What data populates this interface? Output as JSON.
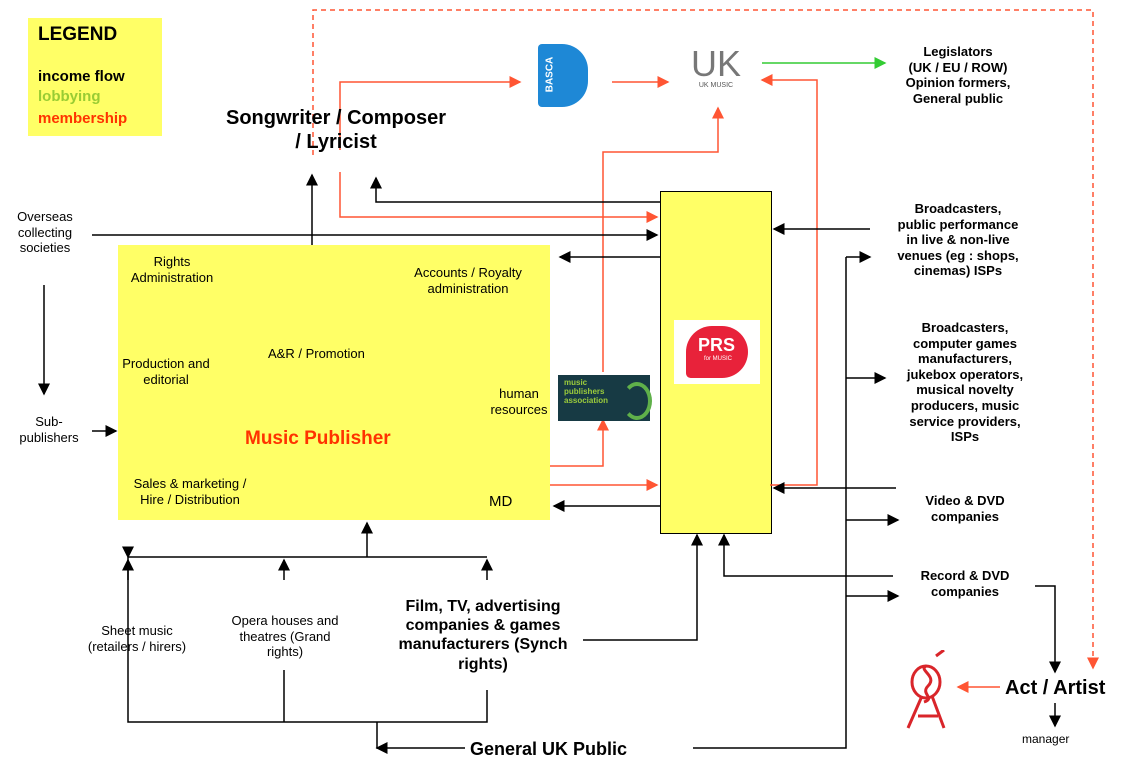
{
  "legend": {
    "title": "LEGEND",
    "income": "income flow",
    "lobbying": "lobbying",
    "membership": "membership",
    "income_color": "#000000",
    "lobbying_color": "#99cc33",
    "membership_color": "#ff3300"
  },
  "colors": {
    "box_fill": "#ffff66",
    "income": "#000000",
    "lobbying": "#33cc33",
    "membership": "#ff5533"
  },
  "nodes": {
    "songwriter": "Songwriter / Composer\n/ Lyricist",
    "legislators": "Legislators\n(UK / EU / ROW)\nOpinion formers,\nGeneral public",
    "overseas": "Overseas\ncollecting\nsocieties",
    "subpublishers": "Sub-\npublishers",
    "broadcasters_public": "Broadcasters,\npublic performance\nin live & non-live\nvenues (eg : shops,\ncinemas) ISPs",
    "broadcasters_games": "Broadcasters,\ncomputer games\nmanufacturers,\njukebox operators,\nmusical novelty\nproducers, music\nservice providers,\nISPs",
    "video_dvd": "Video & DVD\ncompanies",
    "record_dvd": "Record & DVD\ncompanies",
    "act_artist": "Act / Artist",
    "manager": "manager",
    "sheet_music": "Sheet music\n(retailers / hirers)",
    "opera": "Opera houses and\ntheatres (Grand\nrights)",
    "film_tv": "Film, TV, advertising\ncompanies & games\nmanufacturers  (Synch\nrights)",
    "general_public": "General UK Public"
  },
  "publisher": {
    "title": "Music Publisher",
    "rights": "Rights\nAdministration",
    "accounts": "Accounts / Royalty\nadministration",
    "production": "Production and\neditorial",
    "ar": "A&R / Promotion",
    "hr": "human\nresources",
    "sales": "Sales & marketing /\nHire / Distribution",
    "md": "MD"
  },
  "logos": {
    "basca": "BASCA",
    "ukmusic": "UK",
    "ukmusic_sub": "UK MUSIC",
    "prs": "PRS",
    "prs_sub": "for MUSIC",
    "mpa": "music\npublishers\nassociation"
  }
}
